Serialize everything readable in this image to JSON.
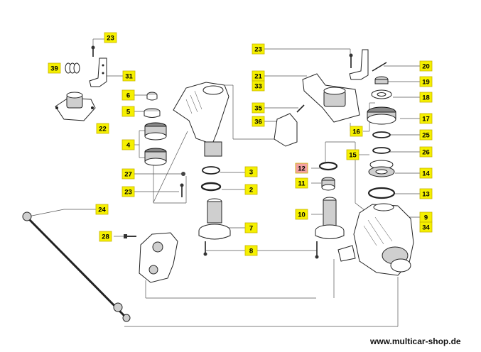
{
  "diagram": {
    "type": "exploded-parts-drawing",
    "label_fill": "#f5f000",
    "highlight_fill": "#f4a0a0",
    "callouts": [
      {
        "id": "c23a",
        "text": "23"
      },
      {
        "id": "c39",
        "text": "39"
      },
      {
        "id": "c31",
        "text": "31"
      },
      {
        "id": "c6",
        "text": "6"
      },
      {
        "id": "c5",
        "text": "5"
      },
      {
        "id": "c22",
        "text": "22"
      },
      {
        "id": "c4",
        "text": "4"
      },
      {
        "id": "c27",
        "text": "27"
      },
      {
        "id": "c23b",
        "text": "23"
      },
      {
        "id": "c24",
        "text": "24"
      },
      {
        "id": "c28",
        "text": "28"
      },
      {
        "id": "c3",
        "text": "3"
      },
      {
        "id": "c2",
        "text": "2"
      },
      {
        "id": "c7",
        "text": "7"
      },
      {
        "id": "c8",
        "text": "8"
      },
      {
        "id": "c23c",
        "text": "23"
      },
      {
        "id": "c21",
        "text": "21"
      },
      {
        "id": "c33",
        "text": "33"
      },
      {
        "id": "c35",
        "text": "35"
      },
      {
        "id": "c36",
        "text": "36"
      },
      {
        "id": "c12",
        "text": "12",
        "highlight": true
      },
      {
        "id": "c11",
        "text": "11"
      },
      {
        "id": "c10",
        "text": "10"
      },
      {
        "id": "c20",
        "text": "20"
      },
      {
        "id": "c19",
        "text": "19"
      },
      {
        "id": "c18",
        "text": "18"
      },
      {
        "id": "c17",
        "text": "17"
      },
      {
        "id": "c16",
        "text": "16"
      },
      {
        "id": "c25",
        "text": "25"
      },
      {
        "id": "c15",
        "text": "15"
      },
      {
        "id": "c26",
        "text": "26"
      },
      {
        "id": "c14",
        "text": "14"
      },
      {
        "id": "c13",
        "text": "13"
      },
      {
        "id": "c9",
        "text": "9"
      },
      {
        "id": "c34",
        "text": "34"
      }
    ]
  },
  "watermark": "www.multicar-shop.de"
}
